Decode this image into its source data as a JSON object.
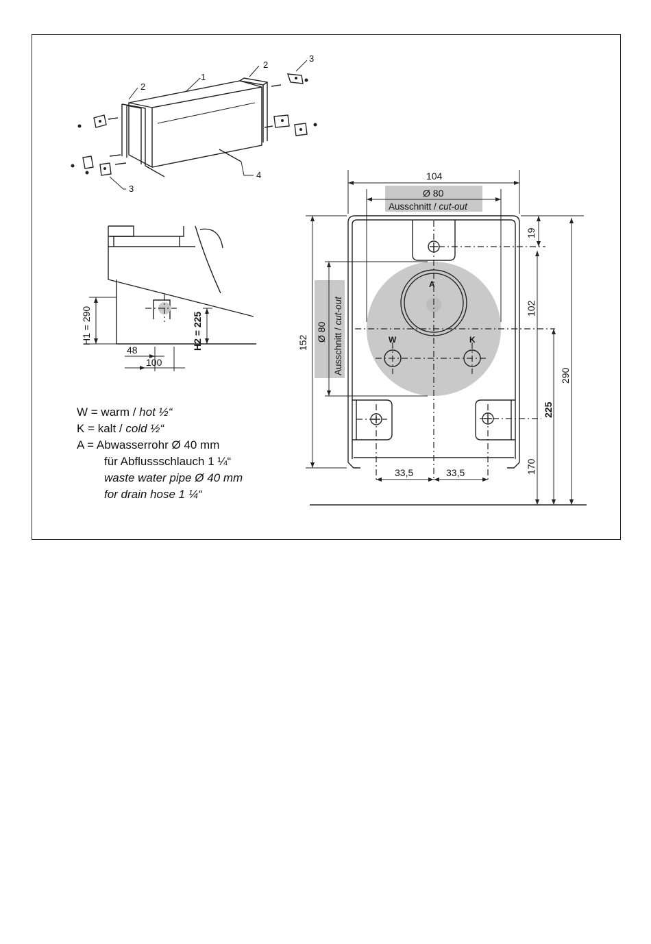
{
  "parts": {
    "part1": "1",
    "part2a": "2",
    "part2b": "2",
    "part3a": "3",
    "part3b": "3",
    "part4": "4"
  },
  "side_view": {
    "h1": "H1 = 290",
    "h2": "H2 = 225",
    "d48": "48",
    "d100": "100"
  },
  "front_view": {
    "width": "104",
    "dia_h": "Ø 80",
    "cutout_h_de": "Ausschnitt / ",
    "cutout_h_en": "cut-out",
    "dia_v": "Ø 80",
    "cutout_v_de": "Ausschnitt / ",
    "cutout_v_en": "cut-out",
    "height": "152",
    "d19": "19",
    "d102": "102",
    "d290": "290",
    "d225": "225",
    "d170": "170",
    "d33a": "33,5",
    "d33b": "33,5",
    "label_a": "A",
    "label_w": "W",
    "label_k": "K"
  },
  "legend": {
    "w_key": "W",
    "w_de": "= warm / ",
    "w_en": "hot ½“",
    "k_key": "K",
    "k_de": " = kalt / ",
    "k_en": "cold ½“",
    "a_key": "A",
    "a_de": " = Abwasserrohr Ø 40 mm",
    "a_de2": "für Abflussschlauch 1 ¼“",
    "a_en": "waste water pipe Ø 40 mm",
    "a_en2": "for drain hose 1 ¼“"
  }
}
